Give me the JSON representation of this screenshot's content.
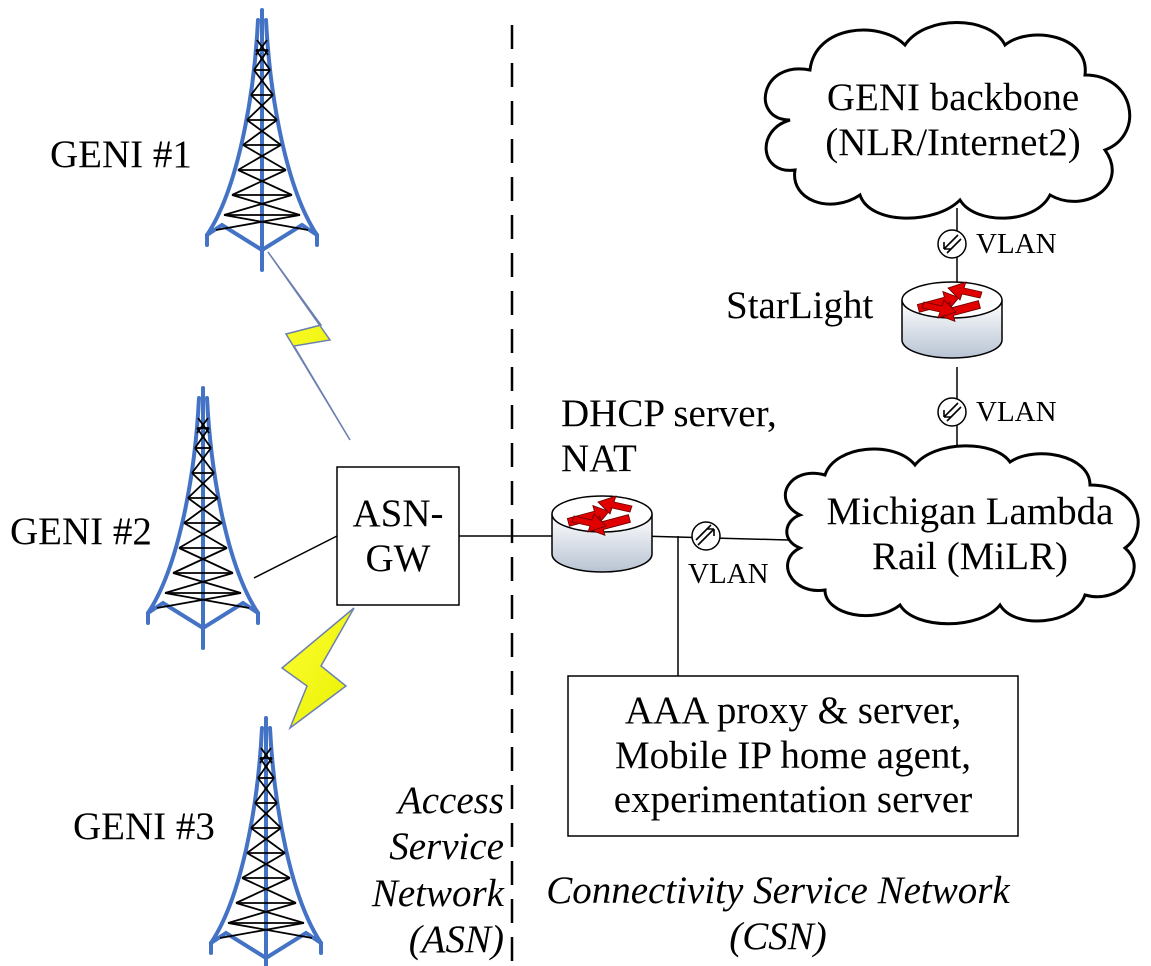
{
  "towers": [
    {
      "label": "GENI #1"
    },
    {
      "label": "GENI #2"
    },
    {
      "label": "GENI #3"
    }
  ],
  "asn_gateway": {
    "line1": "ASN-",
    "line2": "GW"
  },
  "dhcp_router": {
    "line1": "DHCP server,",
    "line2": "NAT"
  },
  "starlight": {
    "label": "StarLight"
  },
  "clouds": {
    "geni_backbone": {
      "line1": "GENI backbone",
      "line2": "(NLR/Internet2)"
    },
    "milr": {
      "line1": "Michigan Lambda",
      "line2": "Rail (MiLR)"
    }
  },
  "vlan_labels": [
    "VLAN",
    "VLAN",
    "VLAN"
  ],
  "aaa_box": {
    "line1": "AAA proxy & server,",
    "line2": "Mobile IP home agent,",
    "line3": "experimentation server"
  },
  "regions": {
    "asn": {
      "line1": "Access",
      "line2": "Service",
      "line3": "Network",
      "line4": "(ASN)"
    },
    "csn": {
      "line1": "Connectivity Service Network",
      "line2": "(CSN)"
    }
  },
  "colors": {
    "tower": "#4472c4",
    "lightning_fill": "#ffff00",
    "router_arrow": "#e00000",
    "router_body": "#c9d3e0"
  }
}
